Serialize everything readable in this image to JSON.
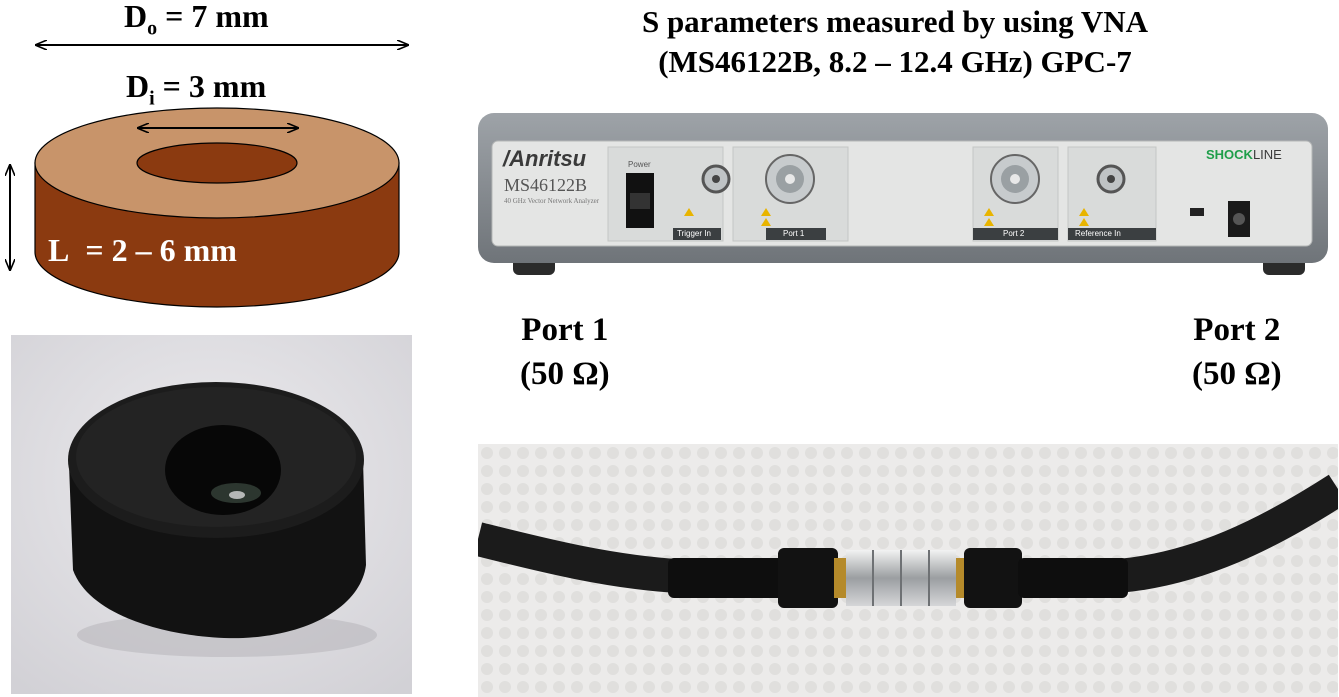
{
  "title": {
    "line1": "S parameters measured by using VNA",
    "line2": "(MS46122B, 8.2 – 12.4 GHz) GPC-7"
  },
  "sample": {
    "outer_diameter": {
      "symbol": "D",
      "sub": "o",
      "value": "= 7 mm"
    },
    "inner_diameter": {
      "symbol": "D",
      "sub": "i",
      "value": "= 3 mm"
    },
    "length": {
      "symbol": "L",
      "value": "= 2 – 6 mm"
    },
    "colors": {
      "top": "#c8946a",
      "side": "#8b3a10",
      "outline": "#000000"
    }
  },
  "vna": {
    "brand": "/Anritsu",
    "model": "MS46122B",
    "subtitle": "40 GHz Vector Network Analyzer",
    "power_label": "Power",
    "trigger_label": "Trigger In",
    "port1_label": "Port 1",
    "port2_label": "Port 2",
    "reference_label": "Reference In",
    "shockline": {
      "shock": "SHOCK",
      "line": "LINE"
    }
  },
  "ports": {
    "port1": {
      "name": "Port 1",
      "impedance": "(50 Ω)"
    },
    "port2": {
      "name": "Port 2",
      "impedance": "(50 Ω)"
    }
  }
}
